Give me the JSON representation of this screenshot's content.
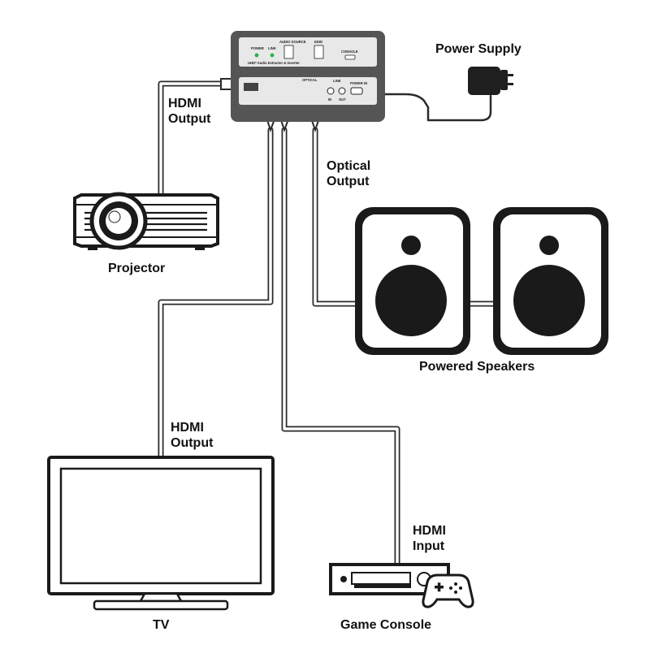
{
  "labels": {
    "power_supply": "Power Supply",
    "hdmi_output_projector": [
      "HDMI",
      "Output"
    ],
    "optical_output": [
      "Optical",
      "Output"
    ],
    "projector": "Projector",
    "powered_speakers": "Powered Speakers",
    "hdmi_output_tv": [
      "HDMI",
      "Output"
    ],
    "hdmi_input": [
      "HDMI",
      "Input"
    ],
    "tv": "TV",
    "game_console": "Game Console"
  },
  "device": {
    "front_labels": {
      "power": "POWER",
      "link": "LINK",
      "audio_source": "AUDIO SOURCE",
      "edid": "EDID",
      "console": "CONSOLE",
      "model": "UHD* Audio Extractor & Inserter"
    },
    "back_labels": {
      "optical": "OPTICAL",
      "line": "LINE",
      "in": "IN",
      "out": "OUT",
      "power_in": "POWER IN"
    }
  },
  "colors": {
    "cable_outline": "#2a2a2a",
    "device_body": "#555555",
    "device_face": "#e8e8e8",
    "led": "#27b34a"
  }
}
